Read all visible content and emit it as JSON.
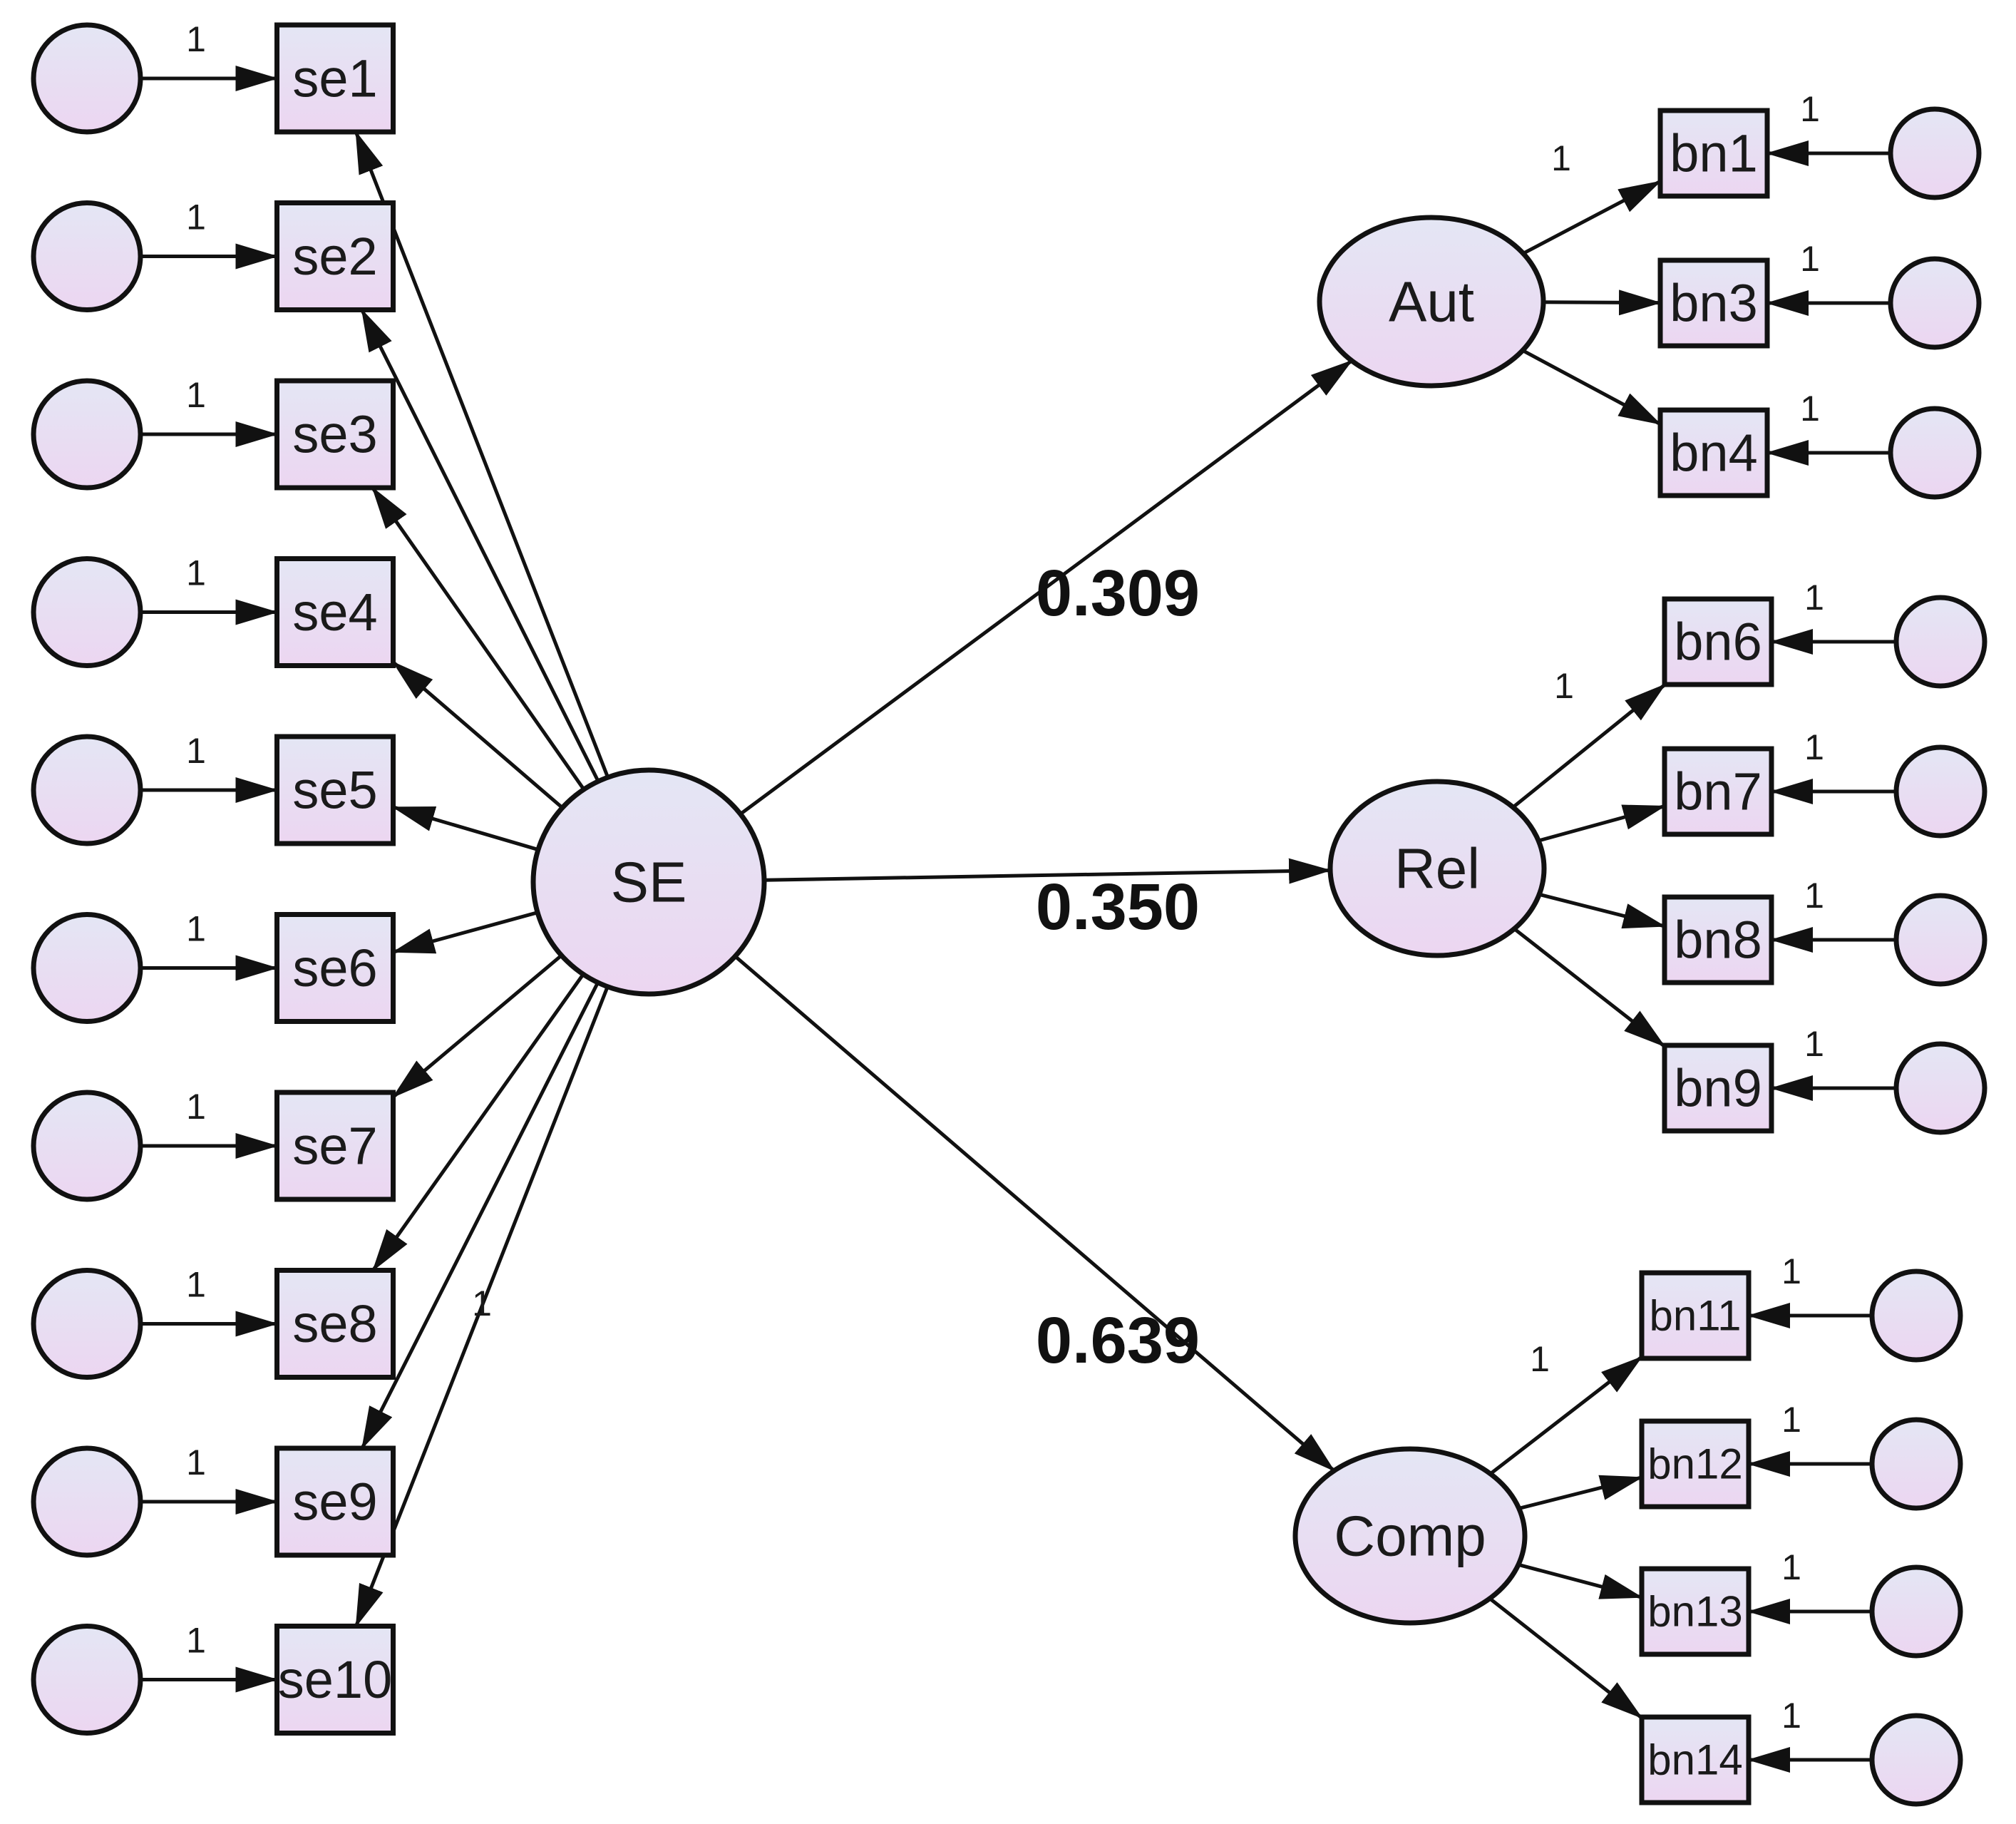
{
  "colors": {
    "node_fill_top": "#e4e6f4",
    "node_fill_bottom": "#ecd6f1",
    "stroke": "#111111"
  },
  "latents": {
    "se": "SE",
    "aut": "Aut",
    "rel": "Rel",
    "comp": "Comp"
  },
  "se_indicators": [
    "se1",
    "se2",
    "se3",
    "se4",
    "se5",
    "se6",
    "se7",
    "se8",
    "se9",
    "se10"
  ],
  "aut_indicators": [
    "bn1",
    "bn3",
    "bn4"
  ],
  "rel_indicators": [
    "bn6",
    "bn7",
    "bn8",
    "bn9"
  ],
  "comp_indicators": [
    "bn11",
    "bn12",
    "bn13",
    "bn14"
  ],
  "fixed_loading": "1",
  "coefficients": {
    "se_aut": "0.309",
    "se_rel": "0.350",
    "se_comp": "0.639"
  }
}
